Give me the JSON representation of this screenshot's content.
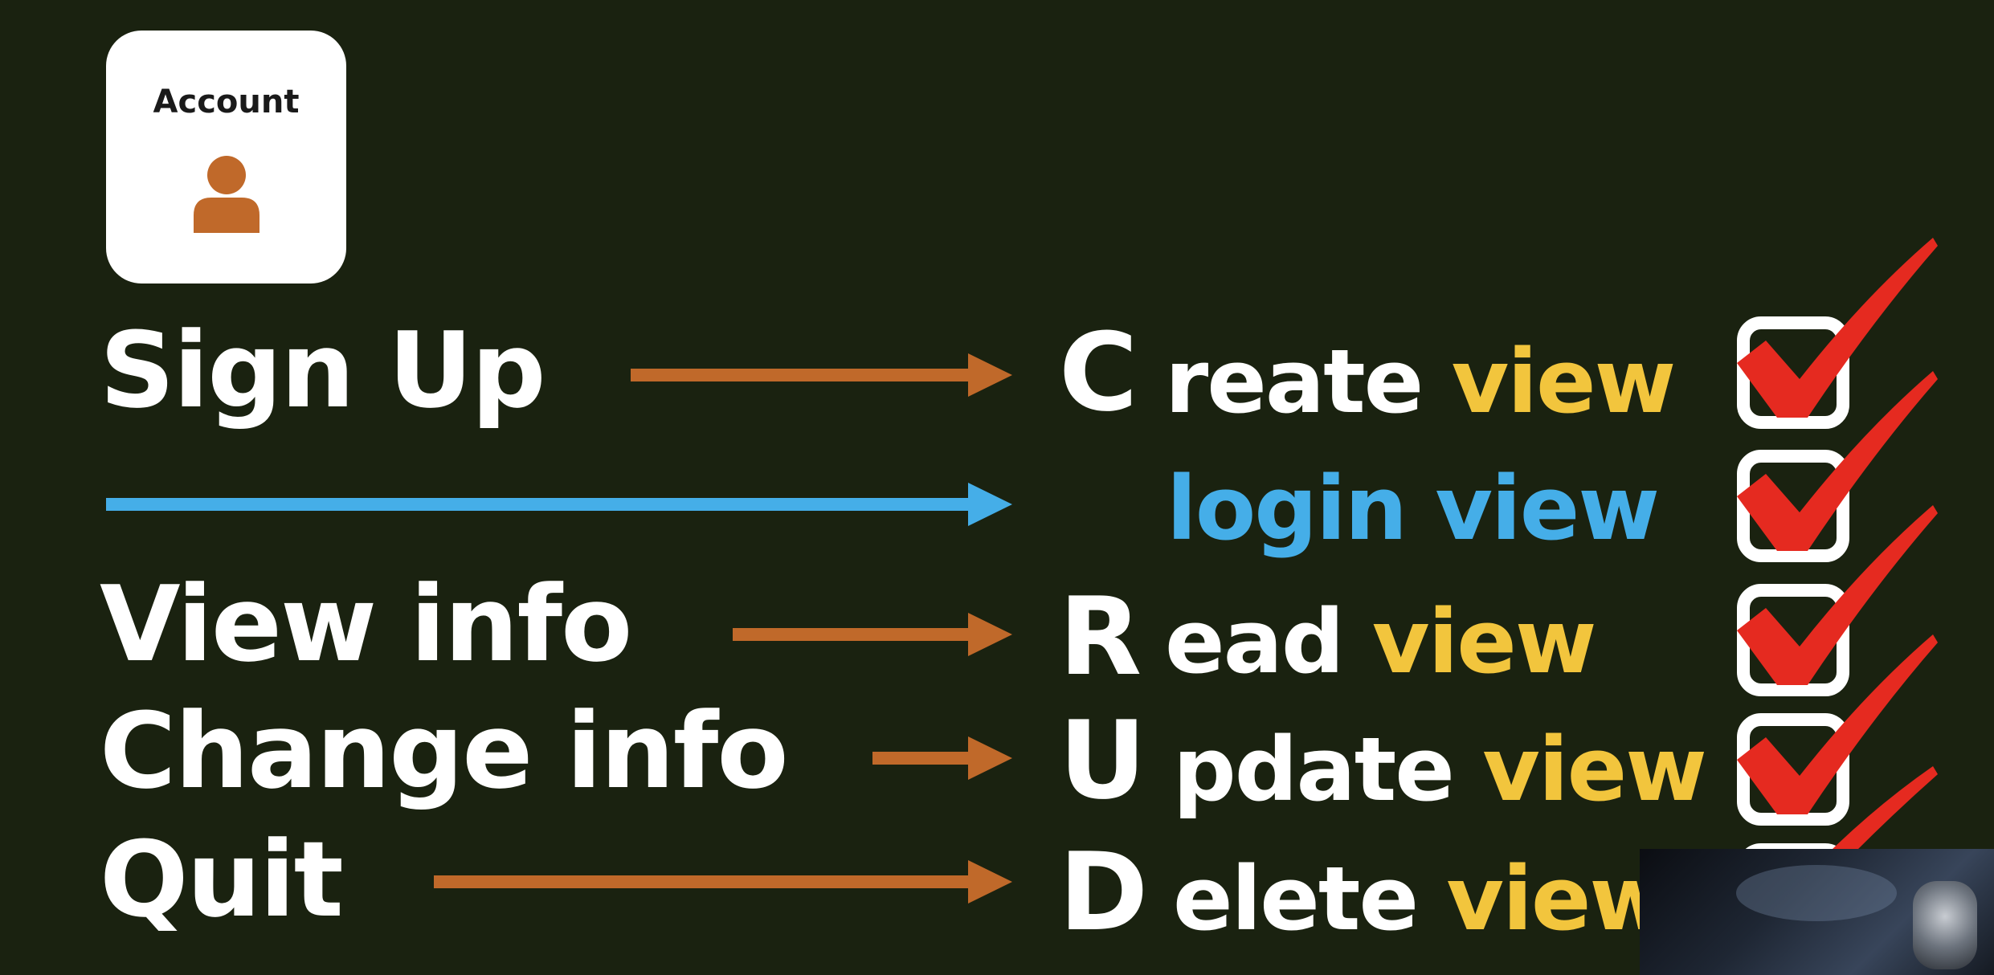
{
  "account_card": {
    "label": "Account",
    "icon": "user-icon"
  },
  "rows": [
    {
      "left_label": "Sign Up",
      "initial": "C",
      "rest": "reate",
      "view": "view",
      "arrow_color": "#c0692a",
      "checked": true
    },
    {
      "left_label": "",
      "initial": "",
      "rest": "login view",
      "view": "",
      "arrow_color": "#45aee8",
      "checked": true
    },
    {
      "left_label": "View info",
      "initial": "R",
      "rest": "ead",
      "view": "view",
      "arrow_color": "#c0692a",
      "checked": true
    },
    {
      "left_label": "Change info",
      "initial": "U",
      "rest": "pdate",
      "view": "view",
      "arrow_color": "#c0692a",
      "checked": true
    },
    {
      "left_label": "Quit",
      "initial": "D",
      "rest": "elete",
      "view": "view",
      "arrow_color": "#c0692a",
      "checked": true
    }
  ],
  "colors": {
    "background": "#1a2210",
    "orange": "#c0692a",
    "blue": "#45aee8",
    "yellow": "#f2c53d",
    "check_red": "#e52a20",
    "white": "#ffffff"
  },
  "video_thumbnail": {
    "icon": "video-thumbnail"
  }
}
